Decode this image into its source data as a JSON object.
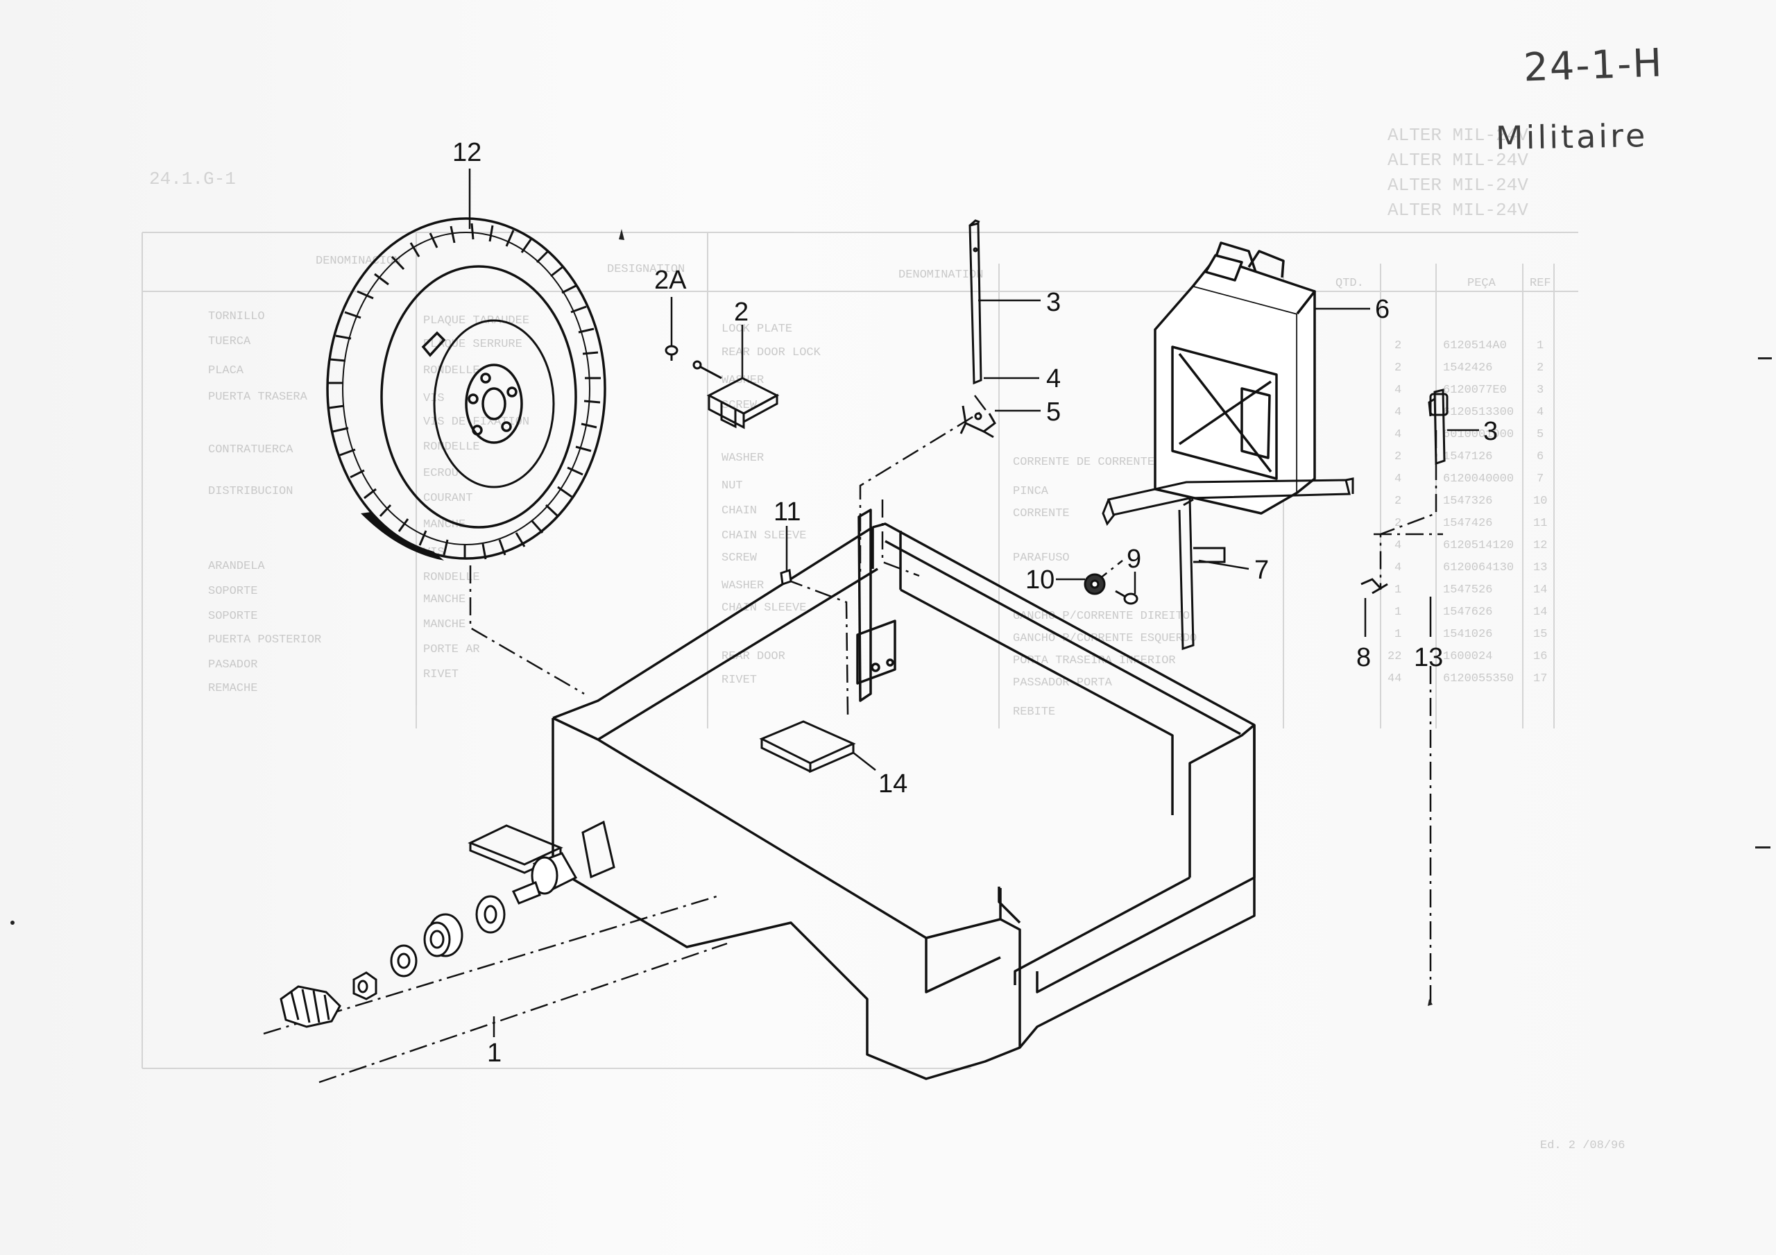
{
  "header": {
    "page_code": "24-1-H",
    "category": "Militaire"
  },
  "callouts": {
    "c12": "12",
    "c2A": "2A",
    "c2": "2",
    "c3a": "3",
    "c4": "4",
    "c5": "5",
    "c6": "6",
    "c3b": "3",
    "c11": "11",
    "c10": "10",
    "c9": "9",
    "c7": "7",
    "c8": "8",
    "c13": "13",
    "c14": "14",
    "c1": "1"
  },
  "background_ghost": {
    "model_lines": [
      "ALTER MIL-24V",
      "ALTER MIL-24V",
      "ALTER MIL-24V",
      "ALTER MIL-24V"
    ],
    "section_code": "24.1.G-1",
    "table_headers": [
      "REF",
      "PEÇA",
      "QTD.",
      "DENOMINATION",
      "DESIGNATION",
      "DENOMINACION"
    ],
    "ref_numbers": [
      "1",
      "2",
      "3",
      "4",
      "5",
      "6",
      "7",
      "10",
      "11",
      "12",
      "13",
      "14",
      "14",
      "15",
      "16",
      "17"
    ],
    "part_numbers": [
      "6120514A0",
      "1542426",
      "6120077E0",
      "6120513300",
      "6010001000",
      "1547126",
      "6120040000",
      "1547326",
      "1547426",
      "6120514120",
      "6120064130",
      "1547526",
      "1547626",
      "1541026",
      "1600024",
      "6120055350"
    ],
    "quantities": [
      "2",
      "2",
      "4",
      "4",
      "4",
      "2",
      "4",
      "2",
      "2",
      "4",
      "4",
      "1",
      "1",
      "1",
      "22",
      "44"
    ],
    "english_items": [
      "LOCK PLATE",
      "REAR DOOR LOCK",
      "WASHER",
      "SCREW",
      "WASHER",
      "NUT",
      "CHAIN",
      "CHAIN SLEEVE",
      "SCREW",
      "WASHER",
      "CHAIN SLEEVE",
      "REAR DOOR",
      "RIVET"
    ],
    "french_items": [
      "PLAQUE TARAUDEE",
      "PLAQUE SERRURE",
      "RONDELLE",
      "VIS",
      "VIS DE FIXATION",
      "RONDELLE",
      "ECROU",
      "COURANT",
      "MANCHE",
      "VIS",
      "RONDELLE",
      "MANCHE",
      "MANCHE",
      "PORTE AR",
      "RIVET"
    ],
    "portuguese_items": [
      "CORRENTE DE CORRENTE",
      "PINCA",
      "CORRENTE",
      "PARAFUSO",
      "GANCHO P/CORRENTE DIREITO",
      "GANCHO P/CORRENTE ESQUERDO",
      "PORTA TRASEIRA INFERIOR",
      "PASSADOR PORTA",
      "REBITE"
    ],
    "spanish_items": [
      "TORNILLO",
      "TUERCA",
      "PLACA",
      "PUERTA TRASERA",
      "CONTRATUERCA",
      "DISTRIBUCION",
      "ARANDELA",
      "SOPORTE",
      "SOPORTE",
      "PUERTA POSTERIOR",
      "PASADOR",
      "REMACHE"
    ],
    "revision": "Ed. 2 /08/96"
  }
}
